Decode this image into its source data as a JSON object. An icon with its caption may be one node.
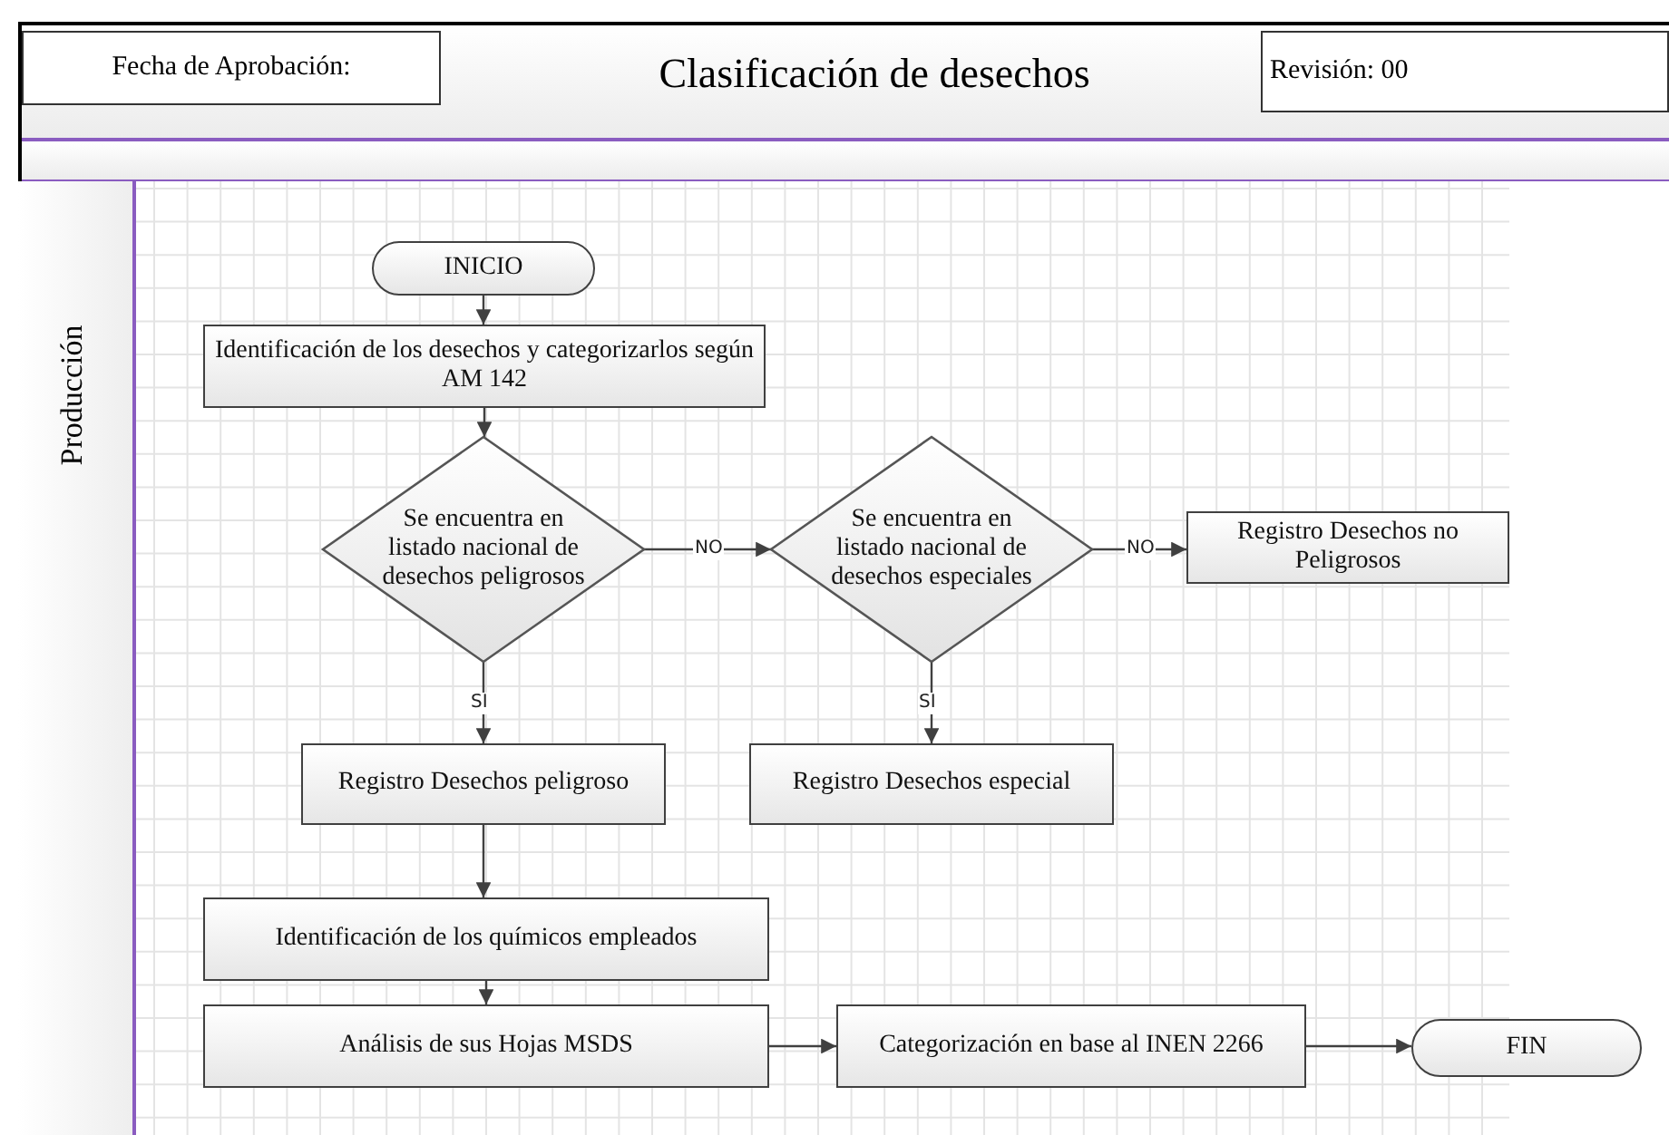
{
  "diagram": {
    "title": "Clasificación de desechos",
    "nodes": [
      {
        "text": [
          "Fecha de Aprobación:"
        ]
      },
      {
        "text": [
          "Revisión: 00"
        ]
      },
      {
        "text": [
          "Producción"
        ]
      },
      {
        "text": [
          "INICIO"
        ],
        "in": 2
      },
      {
        "text": [
          "Identificación de los desechos y categorizarlos según AM 142"
        ],
        "in": 2
      },
      {
        "text": [
          "Se encuentra en listado nacional de desechos peligrosos"
        ],
        "in": 2
      },
      {
        "text": [
          "Se encuentra en listado nacional de desechos especiales"
        ],
        "in": 2
      },
      {
        "text": [
          "Registro Desechos no Peligrosos"
        ],
        "in": 2
      },
      {
        "text": [
          "Registro Desechos peligroso"
        ],
        "in": 2
      },
      {
        "text": [
          "Registro Desechos especial"
        ],
        "in": 2
      },
      {
        "text": [
          "Identificación de los químicos empleados"
        ],
        "in": 2
      },
      {
        "text": [
          "Análisis de sus Hojas MSDS"
        ],
        "in": 2
      },
      {
        "text": [
          "Categorización en base al INEN 2266"
        ],
        "in": 2
      },
      {
        "text": [
          "FIN"
        ],
        "in": 2
      }
    ],
    "edges": [
      {
        "from": 3,
        "to": 4,
        "arrow": "to"
      },
      {
        "from": 4,
        "to": 5,
        "arrow": "to"
      },
      {
        "from": 5,
        "to": 6,
        "arrow": "to",
        "label": "NO"
      },
      {
        "from": 6,
        "to": 7,
        "arrow": "to",
        "label": "NO"
      },
      {
        "from": 5,
        "to": 8,
        "arrow": "to",
        "label": "SI"
      },
      {
        "from": 6,
        "to": 9,
        "arrow": "to",
        "label": "SI"
      },
      {
        "from": 8,
        "to": 10,
        "arrow": "to"
      },
      {
        "from": 10,
        "to": 11,
        "arrow": "to"
      },
      {
        "from": 11,
        "to": 12,
        "arrow": "to"
      },
      {
        "from": 12,
        "to": 13,
        "arrow": "to"
      }
    ]
  }
}
